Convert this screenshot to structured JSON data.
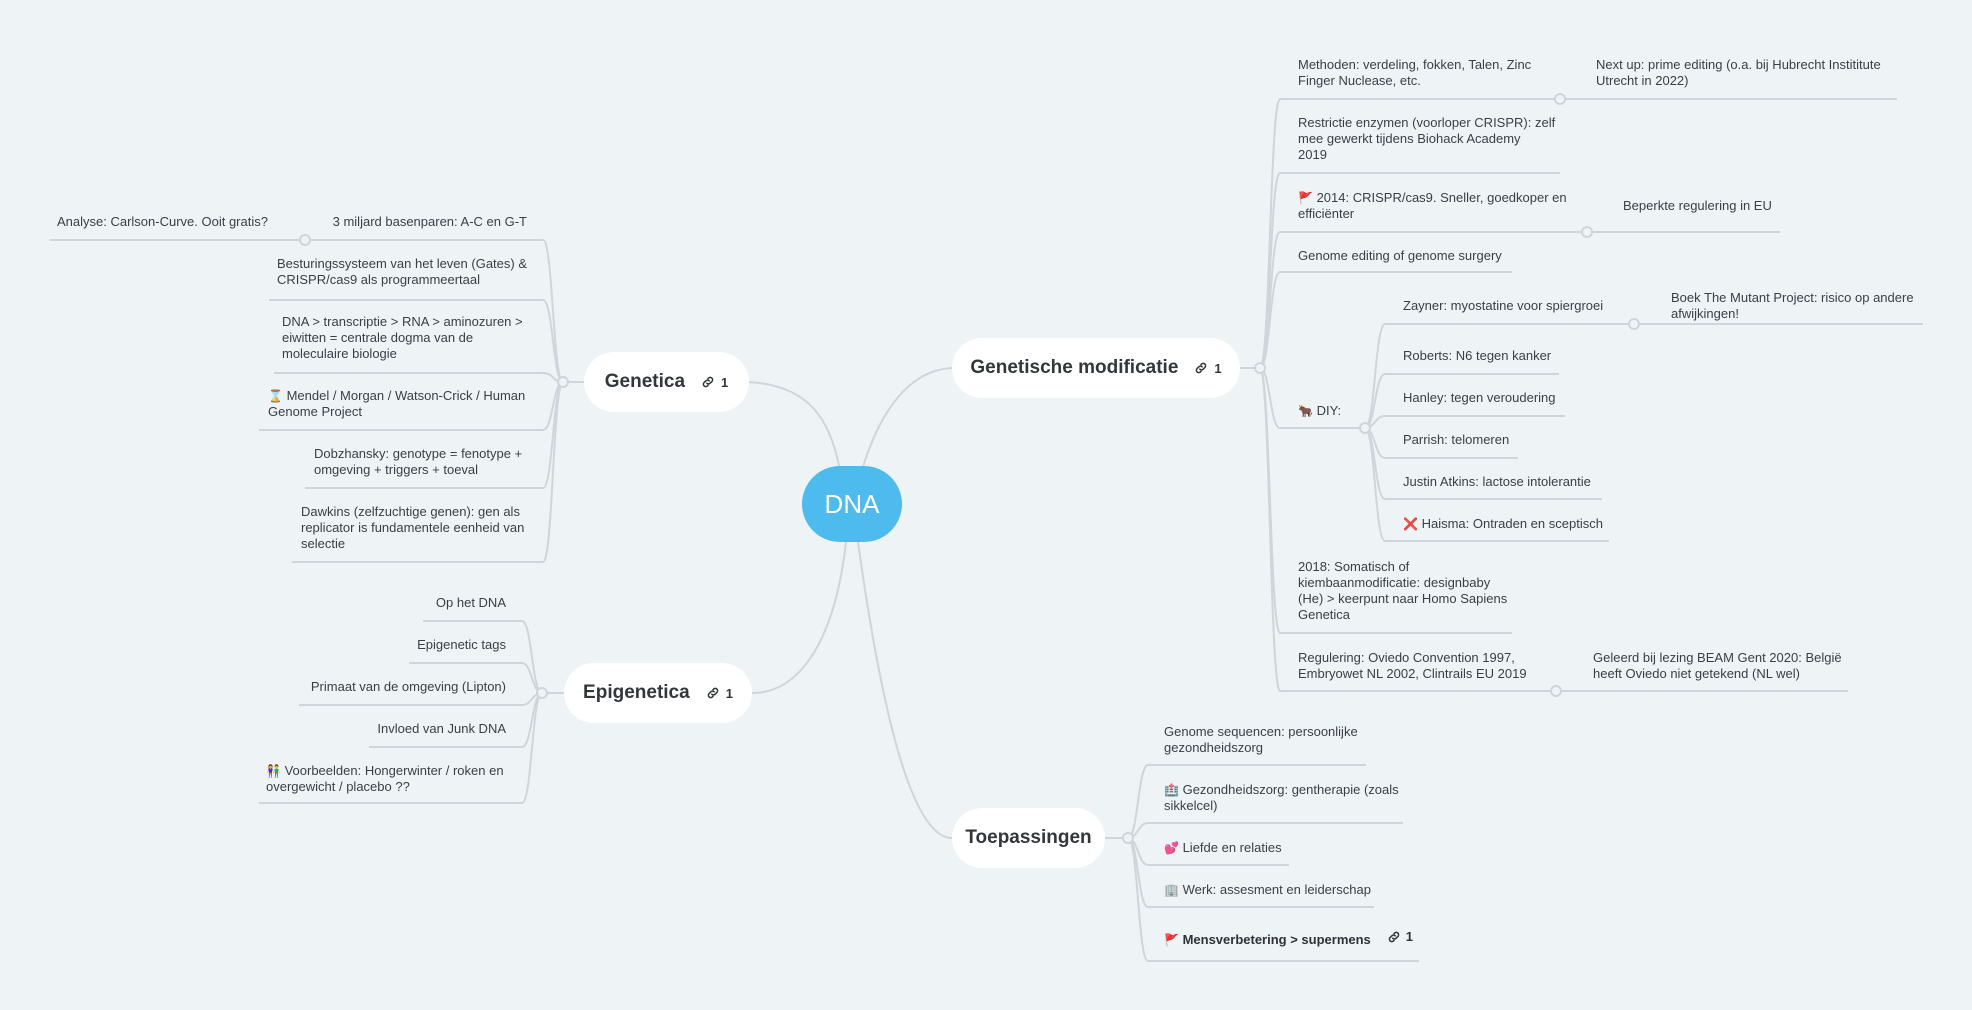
{
  "central": {
    "label": "DNA"
  },
  "colors": {
    "background": "#eef3f6",
    "central": "#4dbbee",
    "line": "#cfd5da"
  },
  "topics": {
    "genetica": {
      "label": "Genetica",
      "link_count": "1",
      "link_icon": "link-icon"
    },
    "epigenetica": {
      "label": "Epigenetica",
      "link_count": "1",
      "link_icon": "link-icon"
    },
    "genmod": {
      "label": "Genetische modificatie",
      "link_count": "1",
      "link_icon": "link-icon"
    },
    "toepassingen": {
      "label": "Toepassingen"
    }
  },
  "genetica_items": [
    "3 miljard basenparen: A-C en G-T",
    "Besturingssysteem van het leven (Gates) &\nCRISPR/cas9 als programmeertaal",
    "DNA > transcriptie > RNA > aminozuren >\neiwitten = centrale dogma van de\nmoleculaire biologie",
    "Mendel / Morgan / Watson-Crick / Human\nGenome Project",
    "Dobzhansky: genotype = fenotype +\nomgeving + triggers + toeval",
    "Dawkins (zelfzuchtige genen): gen als\nreplicator is fundamentele eenheid van\nselectie",
    "Analyse: Carlson-Curve. Ooit gratis?"
  ],
  "genetica_emoji": {
    "mendel": "⌛"
  },
  "epigenetica_items": [
    "Op het DNA",
    "Epigenetic tags",
    "Primaat van de omgeving (Lipton)",
    "Invloed van Junk DNA",
    "Voorbeelden: Hongerwinter / roken en\novergewicht / placebo ??"
  ],
  "epigenetica_emoji": {
    "voorbeelden": "👫"
  },
  "genmod_items": [
    "Methoden: verdeling, fokken, Talen, Zinc\nFinger Nuclease, etc.",
    "Next up: prime editing (o.a. bij Hubrecht Instititute\nUtrecht in 2022)",
    "Restrictie enzymen (voorloper CRISPR): zelf\nmee gewerkt tijdens Biohack Academy\n2019",
    "2014: CRISPR/cas9. Sneller, goedkoper en\nefficiënter",
    "Beperkte regulering in EU",
    "Genome editing of genome surgery",
    "DIY:",
    "Zayner: myostatine voor spiergroei",
    "Boek The Mutant Project: risico op andere\nafwijkingen!",
    "Roberts: N6 tegen kanker",
    "Hanley: tegen veroudering",
    "Parrish: telomeren",
    "Justin Atkins: lactose intolerantie",
    "Haisma: Ontraden en sceptisch",
    "2018: Somatisch of\nkiembaanmodificatie: designbaby\n(He) > keerpunt naar Homo Sapiens\nGenetica",
    "Regulering: Oviedo Convention 1997,\nEmbryowet NL 2002, Clintrails EU 2019",
    "Geleerd bij lezing BEAM Gent 2020: België\nheeft Oviedo niet getekend (NL wel)"
  ],
  "genmod_emoji": {
    "crispr": "🚩",
    "diy": "🐂",
    "haisma": "❌"
  },
  "toepassingen_items": [
    "Genome sequencen: persoonlijke\ngezondheidszorg",
    "Gezondheidszorg: gentherapie (zoals\nsikkelcel)",
    "Liefde en relaties",
    "Werk: assesment en leiderschap",
    "Mensverbetering > supermens"
  ],
  "toepassingen_emoji": {
    "gezondheidszorg": "🏥",
    "liefde": "💕",
    "werk": "🏢",
    "mensverbetering": "🚩"
  },
  "toepassingen_link": {
    "count": "1",
    "icon": "link-icon"
  }
}
